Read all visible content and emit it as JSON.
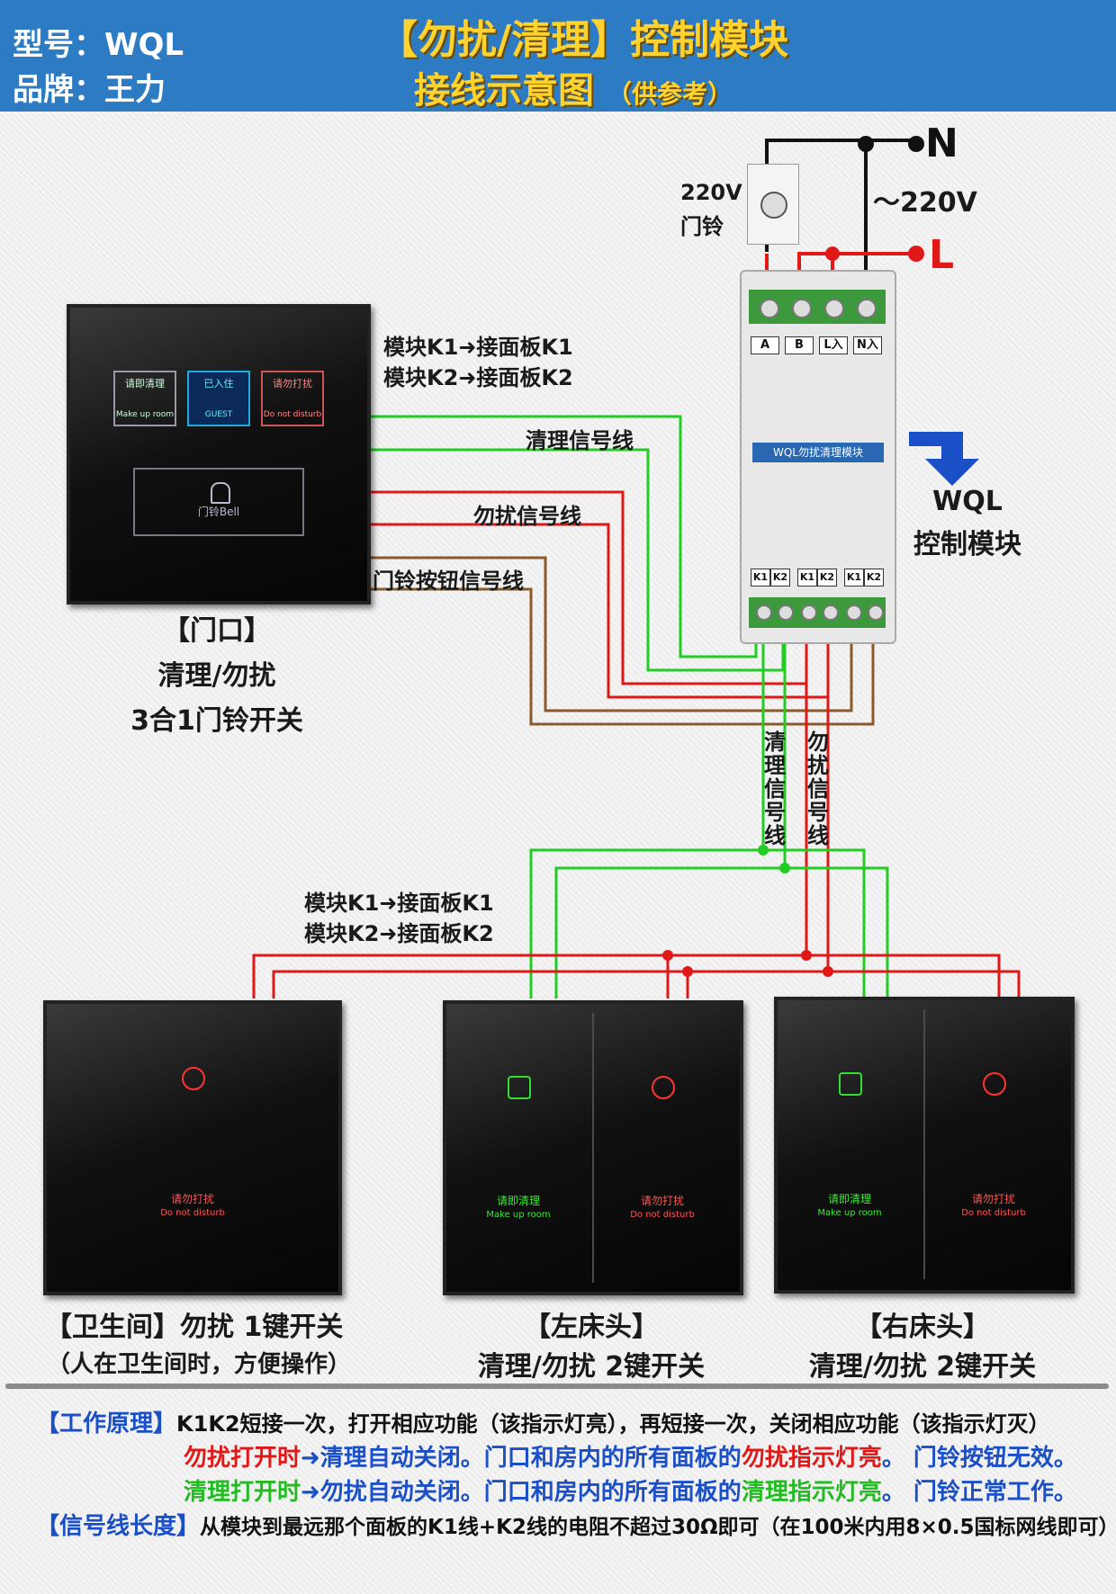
{
  "header": {
    "model": "型号：WQL",
    "brand": "品牌：王力",
    "title": "【勿扰/清理】控制模块",
    "subtitle": "接线示意图",
    "subtitle_note": "（供参考）"
  },
  "power": {
    "n_label": "N",
    "l_label": "L",
    "voltage": "～220V",
    "doorbell_line1": "220V",
    "doorbell_line2": "门铃"
  },
  "door_panel": {
    "btn1_cn": "请即清理",
    "btn1_en": "Make up room",
    "btn2_cn": "已入住",
    "btn2_en": "GUEST",
    "btn3_cn": "请勿打扰",
    "btn3_en": "Do not disturb",
    "bell": "门铃Bell",
    "caption1": "【门口】",
    "caption2": "清理/勿扰",
    "caption3": "3合1门铃开关"
  },
  "wiring_labels": {
    "top_k1": "模块K1➜接面板K1",
    "top_k2": "模块K2➜接面板K2",
    "clean_line": "清理信号线",
    "dnd_line": "勿扰信号线",
    "bell_line": "门铃按钮信号线",
    "vert_clean": "清理信号线",
    "vert_dnd": "勿扰信号线",
    "mid_k1": "模块K1➜接面板K1",
    "mid_k2": "模块K2➜接面板K2"
  },
  "module": {
    "caption1": "WQL",
    "caption2": "控制模块",
    "top_tags": [
      "A",
      "B",
      "L入",
      "N入"
    ],
    "title": "WQL勿扰清理模块",
    "bottom_tags": [
      "K1",
      "K2",
      "K1",
      "K2",
      "K1",
      "K2"
    ]
  },
  "panels": {
    "bath_cn": "请勿打扰",
    "bath_en": "Do not disturb",
    "bath_caption1": "【卫生间】勿扰 1键开关",
    "bath_caption2": "（人在卫生间时，方便操作）",
    "left_btn1_cn": "请即清理",
    "left_btn1_en": "Make up room",
    "left_btn2_cn": "请勿打扰",
    "left_btn2_en": "Do not disturb",
    "left_caption1": "【左床头】",
    "left_caption2": "清理/勿扰 2键开关",
    "right_btn1_cn": "请即清理",
    "right_btn1_en": "Make up room",
    "right_btn2_cn": "请勿打扰",
    "right_btn2_en": "Do not disturb",
    "right_caption1": "【右床头】",
    "right_caption2": "清理/勿扰 2键开关"
  },
  "footer": {
    "principle_tag": "【工作原理】",
    "principle_text": "K1K2短接一次，打开相应功能（该指示灯亮），再短接一次，关闭相应功能（该指示灯灭）",
    "dnd_on": "勿扰打开时",
    "dnd_text1": "➜清理自动关闭。门口和房内的所有面板的",
    "dnd_text2": "勿扰指示灯亮",
    "dnd_text3": "。 门铃按钮无效。",
    "clean_on": "清理打开时",
    "clean_text1": "➜勿扰自动关闭。门口和房内的所有面板的",
    "clean_text2": "清理指示灯亮",
    "clean_text3": "。 门铃正常工作。",
    "length_tag": "【信号线长度】",
    "length_text": "从模块到最远那个面板的K1线+K2线的电阻不超过30Ω即可（在100米内用8×0.5国标网线即可）"
  },
  "colors": {
    "header_bg": "#2d7bc2",
    "title_yellow": "#ffd22e",
    "wire_green": "#22cc22",
    "wire_red": "#e01818",
    "wire_brown": "#8a5a2a",
    "accent_blue": "#1a4fc7"
  }
}
